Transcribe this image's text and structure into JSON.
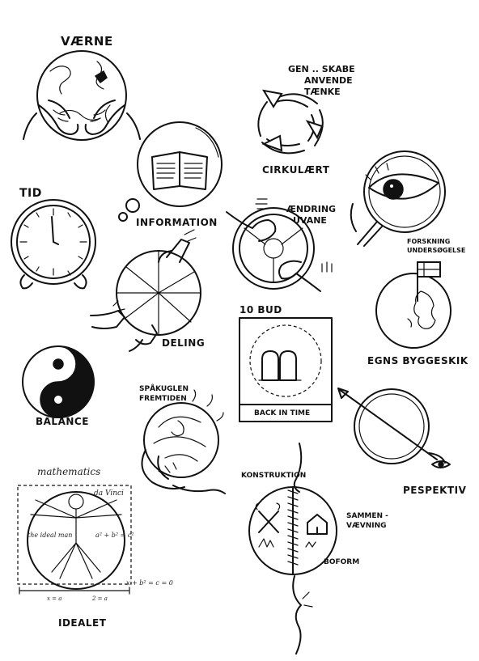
{
  "labels": {
    "vaerne": "VÆRNE",
    "tid": "TID",
    "information": "INFORMATION",
    "gen_line1": "GEN .. SKABE",
    "gen_line2": "ANVENDE",
    "gen_line3": "TÆNKE",
    "cirkulaert": "CIRKULÆRT",
    "aendring_line1": "ÆNDRING",
    "aendring_line2": "UVANE",
    "forskning_line1": "FORSKNING",
    "forskning_line2": "UNDERSØGELSE",
    "deling": "DELING",
    "ti_bud": "10 BUD",
    "back_in_time": "BACK IN TIME",
    "egns": "EGNS BYGGESKIK",
    "balance": "BALANCE",
    "spaakuglen_line1": "SPÅKUGLEN",
    "spaakuglen_line2": "FREMTIDEN",
    "pespektiv": "PESPEKTIV",
    "konstruktion": "KONSTRUKTION",
    "sammen_line1": "SAMMEN -",
    "sammen_line2": "VÆVNING",
    "boform": "BOFORM",
    "idealet": "IDEALET"
  },
  "vitruvian": {
    "mathematics": "mathematics",
    "da_vinci": "da Vinci",
    "ideal_man": "the ideal man",
    "pythagoras": "a² + b² = c²",
    "equation": "x + b² = c = 0",
    "width_left": "x = a",
    "width_right": "2 = a"
  },
  "icons": [
    "globe-in-hands-icon",
    "alarm-clock-icon",
    "open-book-thought-bubble-icon",
    "cycle-arrows-icon",
    "steering-wheel-hands-icon",
    "magnifier-eye-icon",
    "pie-sharing-hands-icon",
    "flag-map-globe-icon",
    "stone-tablets-frame-icon",
    "yin-yang-icon",
    "crystal-ball-hands-icon",
    "perspective-lens-icon",
    "vitruvian-man-icon",
    "stitched-globe-icon"
  ]
}
